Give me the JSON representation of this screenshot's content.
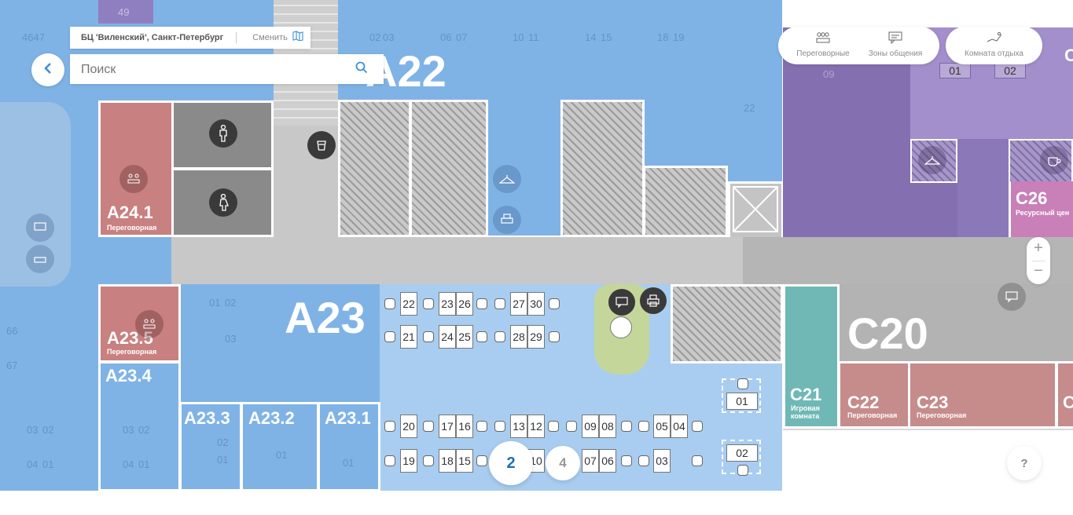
{
  "location_bar": {
    "title": "БЦ 'Виленский', Санкт-Петербург",
    "change_label": "Сменить"
  },
  "search": {
    "placeholder": "Поиск"
  },
  "filters": [
    {
      "label": "Переговорные",
      "icon": "meeting-room-icon"
    },
    {
      "label": "Зоны общения",
      "icon": "chat-icon"
    },
    {
      "label": "Комната отдыха",
      "icon": "lounge-icon"
    }
  ],
  "zones": {
    "a22": "A22",
    "a23": "A23",
    "a24_1": {
      "name": "A24.1",
      "type": "Переговорная"
    },
    "a23_5": {
      "name": "A23.5",
      "type": "Переговорная"
    },
    "a23_4": "A23.4",
    "a23_3": "A23.3",
    "a23_2": "A23.2",
    "a23_1": "A23.1",
    "c20": "C20",
    "c21": {
      "name": "C21",
      "type": "Игровая комната"
    },
    "c22": {
      "name": "C22",
      "type": "Переговорная"
    },
    "c23": {
      "name": "C23",
      "type": "Переговорная"
    },
    "c26": {
      "name": "C26",
      "type": "Ресурсный цен"
    },
    "c_edge": "C",
    "c_edge2": "C"
  },
  "desks": {
    "top_row1": [
      "22",
      "23",
      "26",
      "27",
      "30"
    ],
    "top_row2": [
      "21",
      "24",
      "25",
      "28",
      "29"
    ],
    "bottom_row1": [
      "20",
      "17",
      "16",
      "13",
      "12",
      "09",
      "08",
      "05",
      "04"
    ],
    "bottom_row2": [
      "19",
      "18",
      "15",
      "1",
      "10",
      "07",
      "06",
      "03"
    ],
    "solo": [
      "01",
      "02"
    ],
    "room_c": [
      "01",
      "02"
    ]
  },
  "floors": [
    {
      "label": "2",
      "active": true
    },
    {
      "label": "4",
      "active": false
    }
  ],
  "zoom": {
    "in": "+",
    "out": "−"
  },
  "help": "?",
  "faded_labels": {
    "top": [
      "4647",
      "02",
      "03",
      "06",
      "07",
      "10",
      "11",
      "14",
      "15",
      "18",
      "19",
      "49"
    ],
    "a22_side": "22",
    "a23_desk_left": [
      "01",
      "02",
      "03",
      "02",
      "01"
    ],
    "a23_2_desk": "01",
    "a23_1_desk": "01",
    "a23_4_desks": [
      "03",
      "02",
      "04",
      "01"
    ],
    "left_desks": [
      "03",
      "02",
      "04",
      "01",
      "66",
      "67"
    ],
    "c_top": "09"
  },
  "colors": {
    "accent": "#3a8fd6",
    "map_blue": "#7fb3e6",
    "corridor": "#c8c8c8"
  }
}
